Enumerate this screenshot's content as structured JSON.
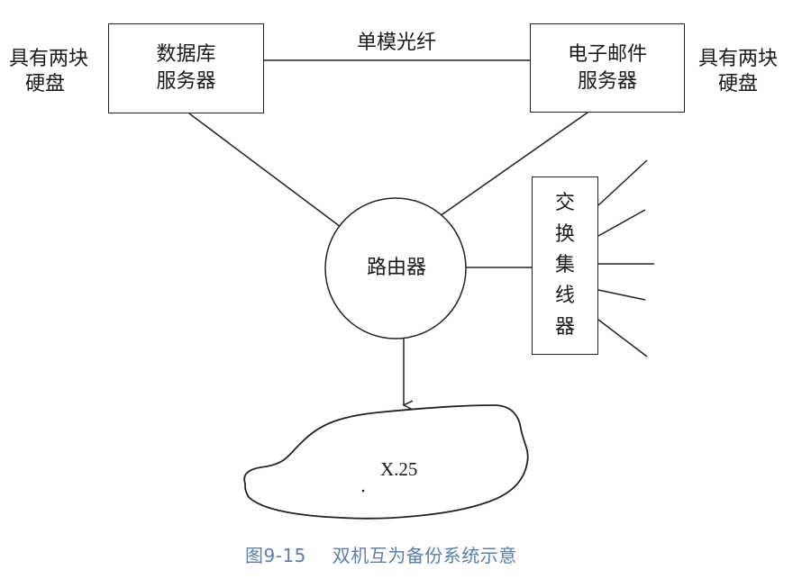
{
  "left_note": {
    "line1": "具有两块",
    "line2": "硬盘"
  },
  "right_note": {
    "line1": "具有两块",
    "line2": "硬盘"
  },
  "db_server": {
    "line1": "数据库",
    "line2": "服务器"
  },
  "mail_server": {
    "line1": "电子邮件",
    "line2": "服务器"
  },
  "link_label": "单模光纤",
  "router": "路由器",
  "switch_hub": [
    "交",
    "换",
    "集",
    "线",
    "器"
  ],
  "cloud": "X.25",
  "caption": {
    "figure_no": "图9-15",
    "title": "双机互为备份系统示意"
  }
}
